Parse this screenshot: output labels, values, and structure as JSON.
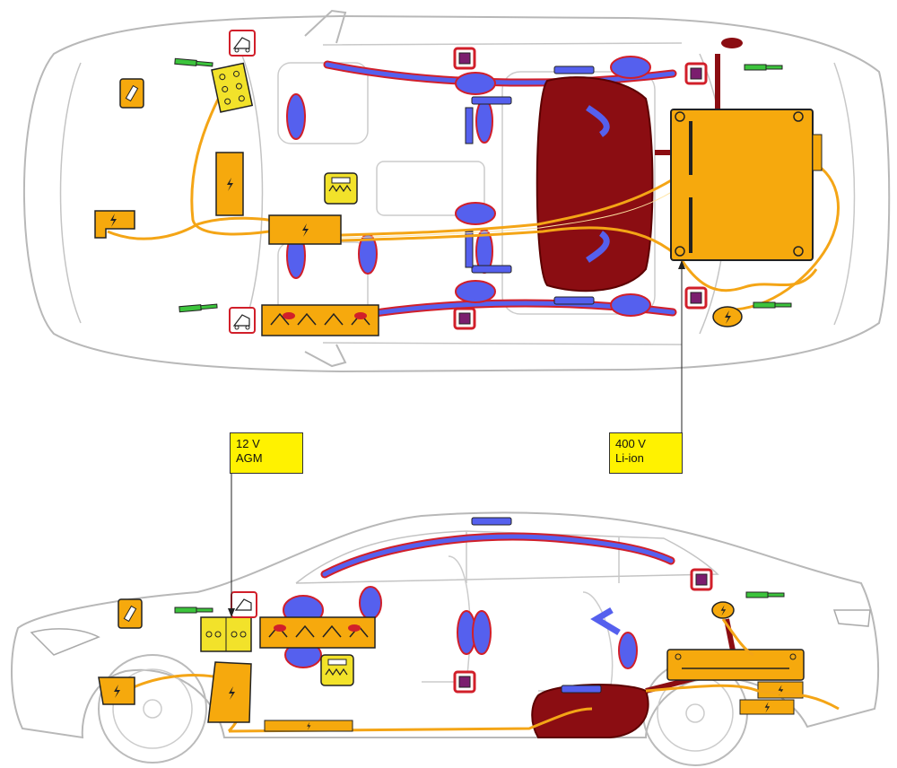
{
  "labels": {
    "battery_12v": {
      "line1": "12 V",
      "line2": "AGM"
    },
    "battery_hv": {
      "line1": "400 V",
      "line2": "Li-ion"
    }
  },
  "icons": {
    "high_voltage": "⚡",
    "fuse": "fuse-icon",
    "gas_spring": "gas-spring-icon",
    "airbag_control": "airbag-control-unit-icon",
    "seatbelt_pretensioner": "seatbelt-tensioner-icon",
    "pyrotechnic_disconnect": "pyro-fuse-icon"
  },
  "colors": {
    "high_voltage_component": "#f6a90d",
    "fuel_tank": "#8b0d12",
    "airbag": "#5560ee",
    "airbag_outline": "#d11f2a",
    "gas_generator": "#7b1d6e",
    "gas_spring": "#3cc43c",
    "control_unit": "#f2e22a",
    "hv_cable": "#f4a516",
    "body_outline": "#b8b8b8"
  }
}
